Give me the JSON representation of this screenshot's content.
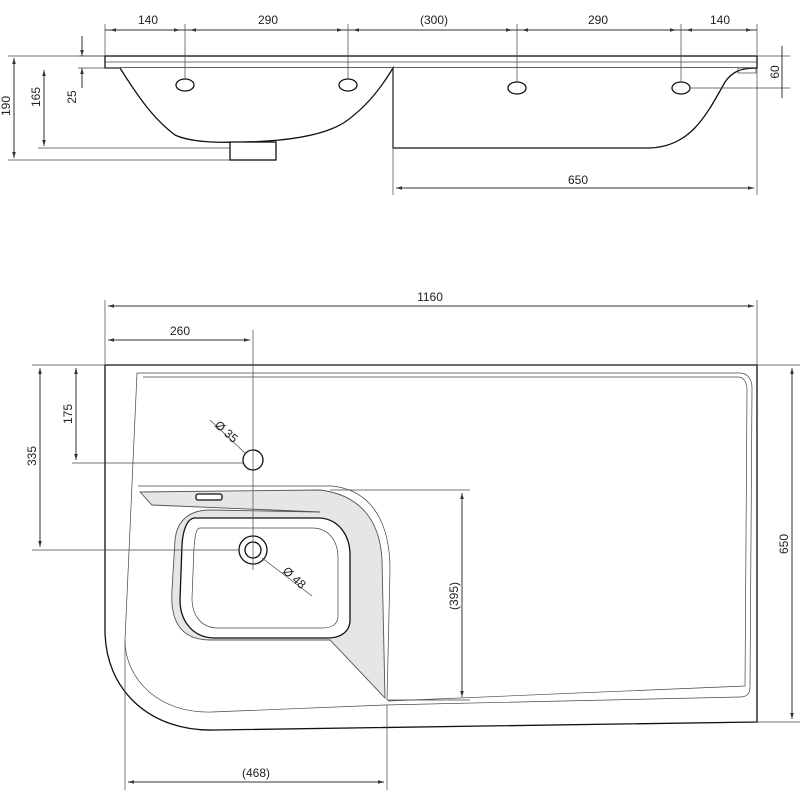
{
  "side_view": {
    "top_dims": [
      "140",
      "290",
      "(300)",
      "290",
      "140"
    ],
    "dim_60": "60",
    "dim_25": "25",
    "dim_165": "165",
    "dim_190": "190",
    "dim_650": "650"
  },
  "plan_view": {
    "dim_1160": "1160",
    "dim_260": "260",
    "dim_175": "175",
    "dim_335": "335",
    "dim_650": "650",
    "dim_395": "(395)",
    "dim_468": "(468)",
    "hole_35": "Ø 35",
    "drain_48": "Ø 48"
  }
}
